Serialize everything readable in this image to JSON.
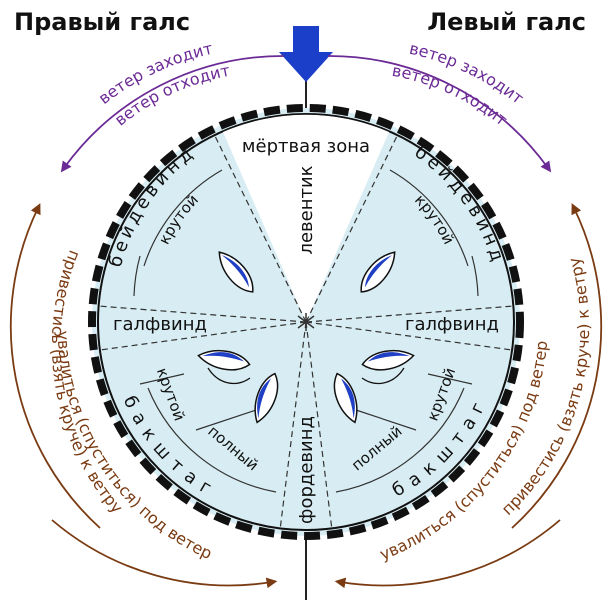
{
  "titles": {
    "starboard_tack": "Правый галс",
    "port_tack": "Левый галс"
  },
  "wind_changes": {
    "backing": "ветер заходит",
    "veering": "ветер отходит"
  },
  "course_changes": {
    "luff_up": "привестись (взять круче) к ветру",
    "bear_away": "увалиться (спуститься) под ветер"
  },
  "zones": {
    "dead_zone": "мёртвая зона",
    "leventik": "левентик",
    "close_hauled": "бейдевинд",
    "close_hauled_tight": "крутой",
    "beam_reach": "галфвинд",
    "broad_reach": "бакштаг",
    "broad_reach_tight": "крутой",
    "broad_reach_full": "полный",
    "running": "фордевинд"
  },
  "colors": {
    "circle_fill": "#d8edf3",
    "rim": "#111111",
    "wind_arrow": "#1c3fc9",
    "wind_label_color": "#6b2a95",
    "course_label_color": "#7a3b12",
    "hull_blue": "#1f3fc4"
  },
  "icons": {
    "wind": "wind-direction-arrow-icon",
    "boat": "sailboat-icon",
    "center": "compass-center-icon"
  }
}
